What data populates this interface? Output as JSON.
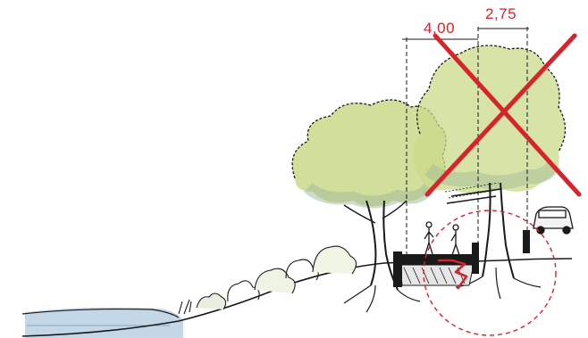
{
  "dimensions": {
    "first": "4,00",
    "second": "2,75"
  },
  "colors": {
    "annotation": "#d6242b",
    "foliage": "#c9d98a",
    "foliage_shadow": "#9fb79a",
    "water": "#b9d0e2",
    "ink": "#1a1a1a"
  },
  "annotations": {
    "cross_mark": "red-x",
    "circle": "dashed-red-circle"
  }
}
